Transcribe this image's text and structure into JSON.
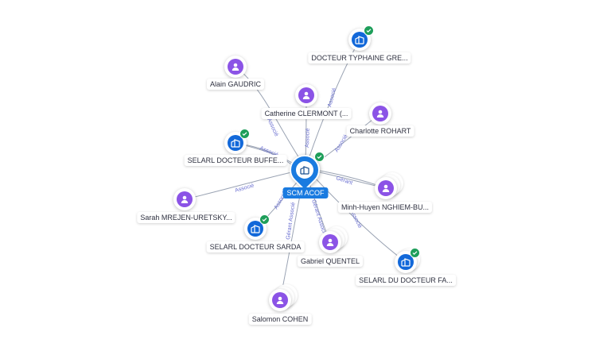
{
  "center": {
    "label": "SCM ACOF",
    "icon": "building-icon",
    "verified": true
  },
  "nodes": [
    {
      "id": "typhaine",
      "label": "DOCTEUR TYPHAINE GRE...",
      "kind": "company",
      "icon": "building-icon",
      "verified": true
    },
    {
      "id": "gaudric",
      "label": "Alain GAUDRIC",
      "kind": "person",
      "icon": "person-icon"
    },
    {
      "id": "clermont",
      "label": "Catherine CLERMONT (...",
      "kind": "person",
      "icon": "person-icon"
    },
    {
      "id": "rohart",
      "label": "Charlotte ROHART",
      "kind": "person",
      "icon": "person-icon"
    },
    {
      "id": "buffe",
      "label": "SELARL DOCTEUR BUFFE...",
      "kind": "company",
      "icon": "building-icon",
      "verified": true
    },
    {
      "id": "nghiem",
      "label": "Minh-Huyen NGHIEM-BU...",
      "kind": "person",
      "icon": "person-icon"
    },
    {
      "id": "mrejen",
      "label": "Sarah MREJEN-URETSKY...",
      "kind": "person",
      "icon": "person-icon"
    },
    {
      "id": "sarda",
      "label": "SELARL DOCTEUR SARDA",
      "kind": "company",
      "icon": "building-icon",
      "verified": true
    },
    {
      "id": "quentel",
      "label": "Gabriel QUENTEL",
      "kind": "person",
      "icon": "person-icon"
    },
    {
      "id": "fa",
      "label": "SELARL DU DOCTEUR FA...",
      "kind": "company",
      "icon": "building-icon",
      "verified": true
    },
    {
      "id": "cohen",
      "label": "Salomon COHEN",
      "kind": "person",
      "icon": "person-icon"
    }
  ],
  "edge_labels": {
    "gaudric": "Associé",
    "typhaine": "Associé",
    "clermont": "Associé",
    "rohart": "Associé",
    "buffe": "Associé",
    "nghiem": "Gérant",
    "mrejen": "Associé",
    "sarda": "Associé",
    "quentel": "Gérant Associé",
    "fa": "Associé",
    "cohen": "Gérant Associé"
  }
}
